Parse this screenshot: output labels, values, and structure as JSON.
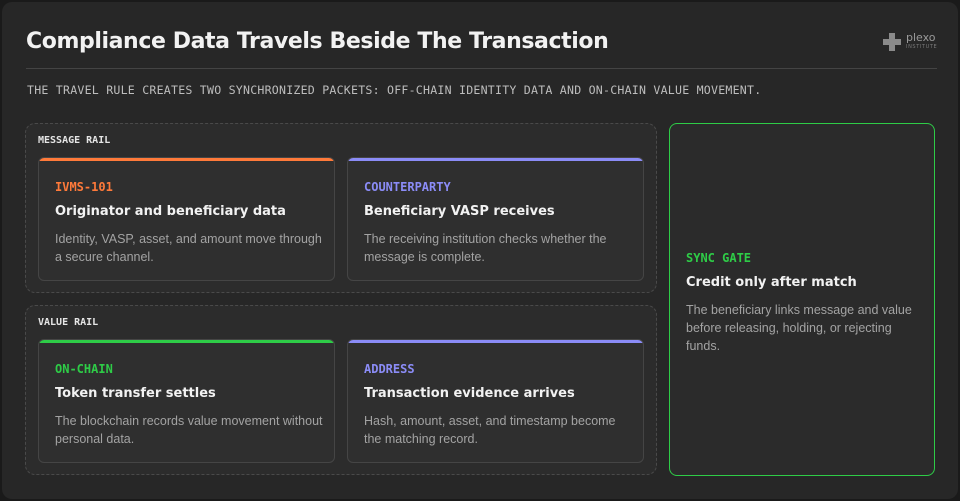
{
  "header": {
    "title": "Compliance Data Travels Beside The Transaction",
    "subtitle": "THE TRAVEL RULE CREATES TWO SYNCHRONIZED PACKETS: OFF-CHAIN IDENTITY DATA AND ON-CHAIN VALUE MOVEMENT.",
    "logo": {
      "name": "plexo",
      "sub": "INSTITUTE",
      "icon": "plus-cross-icon"
    }
  },
  "message_rail": {
    "label": "MESSAGE RAIL",
    "cards": [
      {
        "tag": "IVMS-101",
        "accent": "#ff7a3a",
        "title": "Originator and beneficiary data",
        "description": "Identity, VASP, asset, and amount move through a secure channel."
      },
      {
        "tag": "COUNTERPARTY",
        "accent": "#8b8cf7",
        "title": "Beneficiary VASP receives",
        "description": "The receiving institution checks whether the message is complete."
      }
    ]
  },
  "value_rail": {
    "label": "VALUE RAIL",
    "cards": [
      {
        "tag": "ON-CHAIN",
        "accent": "#2ecc47",
        "title": "Token transfer settles",
        "description": "The blockchain records value movement without personal data."
      },
      {
        "tag": "ADDRESS",
        "accent": "#8b8cf7",
        "title": "Transaction evidence arrives",
        "description": "Hash, amount, asset, and timestamp become the matching record."
      }
    ]
  },
  "sync_gate": {
    "tag": "SYNC GATE",
    "accent": "#2ecc47",
    "title": "Credit only after match",
    "description": "The beneficiary links message and value before releasing, holding, or rejecting funds."
  }
}
